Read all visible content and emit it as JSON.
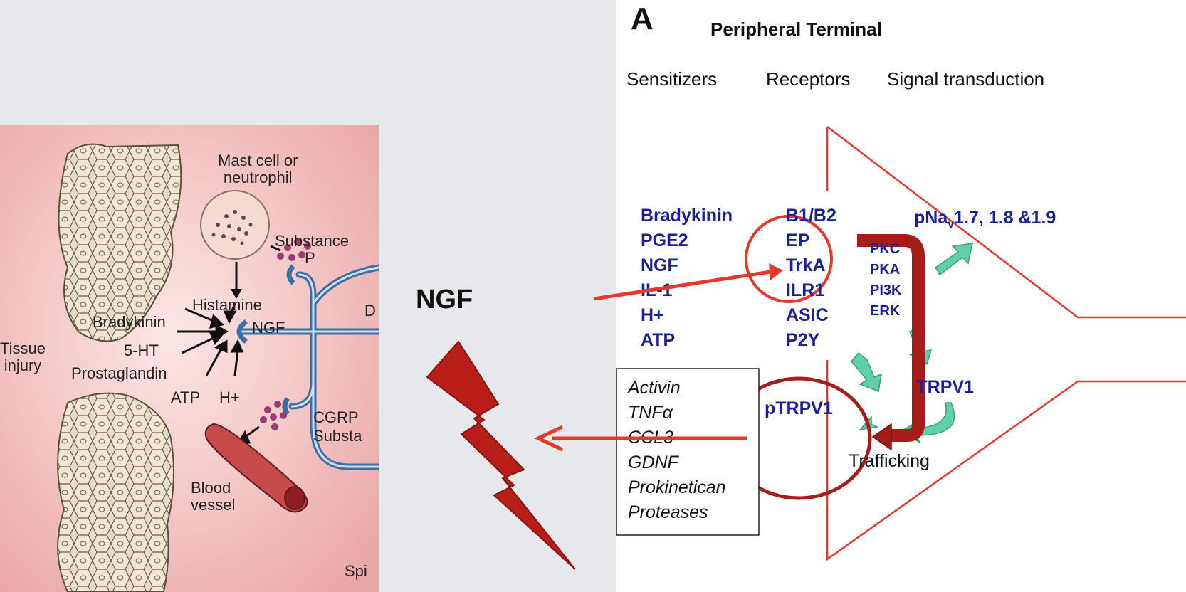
{
  "ngf_label": "NGF",
  "left_panel": {
    "mast_cell": [
      "Mast cell or",
      "neutrophil"
    ],
    "substance_p": [
      "Substance",
      "P"
    ],
    "histamine": "Histamine",
    "bradykinin": "Bradykinin",
    "ngf": "NGF",
    "five_ht": "5-HT",
    "tissue_injury": [
      "Tissue",
      "injury"
    ],
    "prostaglandin": "Prostaglandin",
    "atp": "ATP",
    "h_plus": "H+",
    "cgrp": [
      "CGRP",
      "Substa"
    ],
    "blood_vessel": [
      "Blood",
      "vessel"
    ],
    "cut_d": "D",
    "cut_spi": "Spi"
  },
  "right_panel": {
    "panel_letter": "A",
    "title": "Peripheral Terminal",
    "col_sensitizers": "Sensitizers",
    "col_receptors": "Receptors",
    "col_signal": "Signal transduction",
    "sensitizers": [
      "Bradykinin",
      "PGE2",
      "NGF",
      "IL-1",
      "H+",
      "ATP"
    ],
    "receptors": [
      "B1/B2",
      "EP",
      "TrkA",
      "ILR1",
      "ASIC",
      "P2Y"
    ],
    "kinases": [
      "PKC",
      "PKA",
      "PI3K",
      "ERK"
    ],
    "channel_prefix": "pNa",
    "channel_sub": "v",
    "channel_suffix": "1.7, 1.8 &1.9",
    "trpv1": "TRPV1",
    "ptrpv1": "pTRPV1",
    "trafficking": "Trafficking",
    "mediators": [
      "Activin",
      "TNFα",
      "CCL3",
      "GDNF",
      "Prokinetican",
      "Proteases"
    ]
  },
  "colors": {
    "blue_text": "#1a1f9a",
    "red_arrow": "#e8382b",
    "dark_red": "#a61c17",
    "teal": "#5fd0a8",
    "tissue_pink": "#f3c9c7",
    "nerve_blue": "#3a6ea5"
  }
}
